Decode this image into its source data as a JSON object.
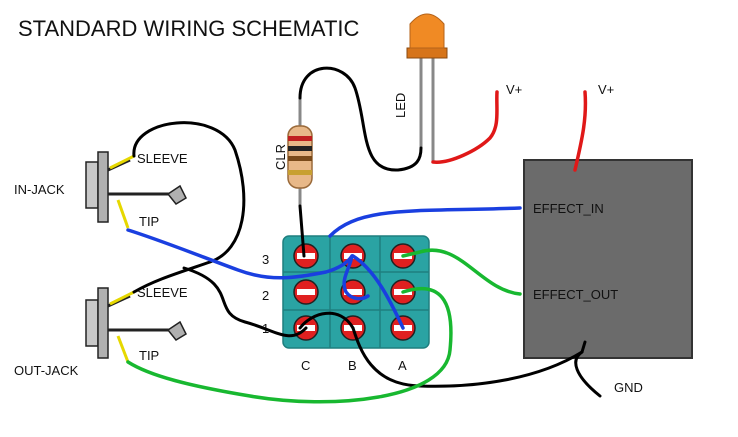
{
  "title": "STANDARD WIRING SCHEMATIC",
  "components": {
    "led": {
      "label": "LED",
      "color": "#f08a24"
    },
    "clr": {
      "label": "CLR"
    },
    "in_jack": {
      "label": "IN-JACK",
      "sleeve": "SLEEVE",
      "tip": "TIP"
    },
    "out_jack": {
      "label": "OUT-JACK",
      "sleeve": "SLEEVE",
      "tip": "TIP"
    },
    "effect_board": {
      "input": "EFFECT_IN",
      "output": "EFFECT_OUT",
      "color": "#6b6b6b"
    },
    "switch": {
      "color": "#2aa3a3",
      "lug_color": "#e02020",
      "row_labels": [
        "3",
        "2",
        "1"
      ],
      "column_labels": [
        "C",
        "B",
        "A"
      ]
    }
  },
  "supply": {
    "v_plus_left": "V+",
    "v_plus_right": "V+",
    "ground": "GND"
  },
  "wire_colors": {
    "black": "#000000",
    "red": "#e01818",
    "blue": "#1a3fe0",
    "green": "#18b830",
    "yellow": "#e6d800"
  }
}
